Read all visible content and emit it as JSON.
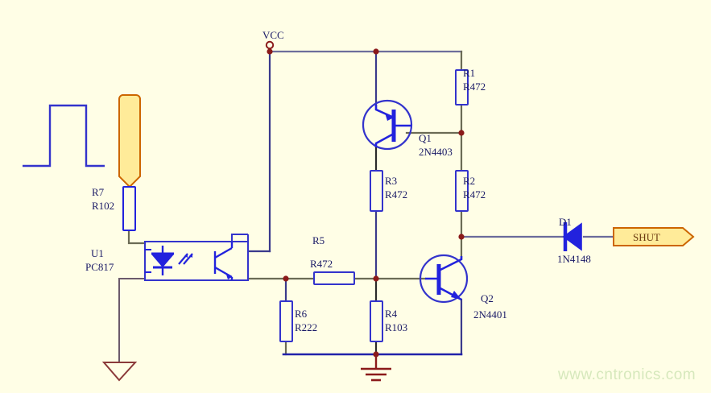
{
  "sheet": {
    "background_color": "#fffee6",
    "wire_color_blue": "#3333cc",
    "wire_color_gray": "#6b6b66",
    "symbol_color": "#2222dd",
    "node_color": "#8b1a1a",
    "label_color": "#1a1a66",
    "flag_fill": "#ffeb99",
    "flag_stroke": "#cc6600"
  },
  "watermark": "www.cntronics.com",
  "ports": [
    {
      "name": "vcc-port",
      "label": "VCC"
    }
  ],
  "signal_flags": [
    {
      "name": "shut-flag",
      "label": "SHUT"
    },
    {
      "name": "input-flag",
      "label": ""
    }
  ],
  "components": [
    {
      "ref": "R7",
      "value": "R102",
      "type": "resistor",
      "orientation": "vertical"
    },
    {
      "ref": "U1",
      "value": "PC817",
      "type": "optocoupler",
      "orientation": "horizontal"
    },
    {
      "ref": "R1",
      "value": "R472",
      "type": "resistor",
      "orientation": "vertical"
    },
    {
      "ref": "R2",
      "value": "R472",
      "type": "resistor",
      "orientation": "vertical"
    },
    {
      "ref": "R3",
      "value": "R472",
      "type": "resistor",
      "orientation": "vertical"
    },
    {
      "ref": "R4",
      "value": "R103",
      "type": "resistor",
      "orientation": "vertical"
    },
    {
      "ref": "R5",
      "value": "R472",
      "type": "resistor",
      "orientation": "horizontal"
    },
    {
      "ref": "R6",
      "value": "R222",
      "type": "resistor",
      "orientation": "vertical"
    },
    {
      "ref": "Q1",
      "value": "2N4403",
      "type": "transistor-pnp",
      "orientation": "vertical"
    },
    {
      "ref": "Q2",
      "value": "2N4401",
      "type": "transistor-npn",
      "orientation": "vertical"
    },
    {
      "ref": "D1",
      "value": "1N4148",
      "type": "diode",
      "orientation": "horizontal"
    }
  ],
  "grounds": [
    {
      "name": "ground-triangle",
      "style": "triangle"
    },
    {
      "name": "ground-earth",
      "style": "earth"
    }
  ],
  "waveform": {
    "name": "input-pulse-waveform",
    "description": "square pulse"
  },
  "labels": {
    "vcc": "VCC",
    "shut": "SHUT",
    "r7_ref": "R7",
    "r7_val": "R102",
    "u1_ref": "U1",
    "u1_val": "PC817",
    "r1_ref": "R1",
    "r1_val": "R472",
    "r2_ref": "R2",
    "r2_val": "R472",
    "r3_ref": "R3",
    "r3_val": "R472",
    "r4_ref": "R4",
    "r4_val": "R103",
    "r5_ref": "R5",
    "r5_val": "R472",
    "r6_ref": "R6",
    "r6_val": "R222",
    "q1_ref": "Q1",
    "q1_val": "2N4403",
    "q2_ref": "Q2",
    "q2_val": "2N4401",
    "d1_ref": "D1",
    "d1_val": "1N4148"
  }
}
